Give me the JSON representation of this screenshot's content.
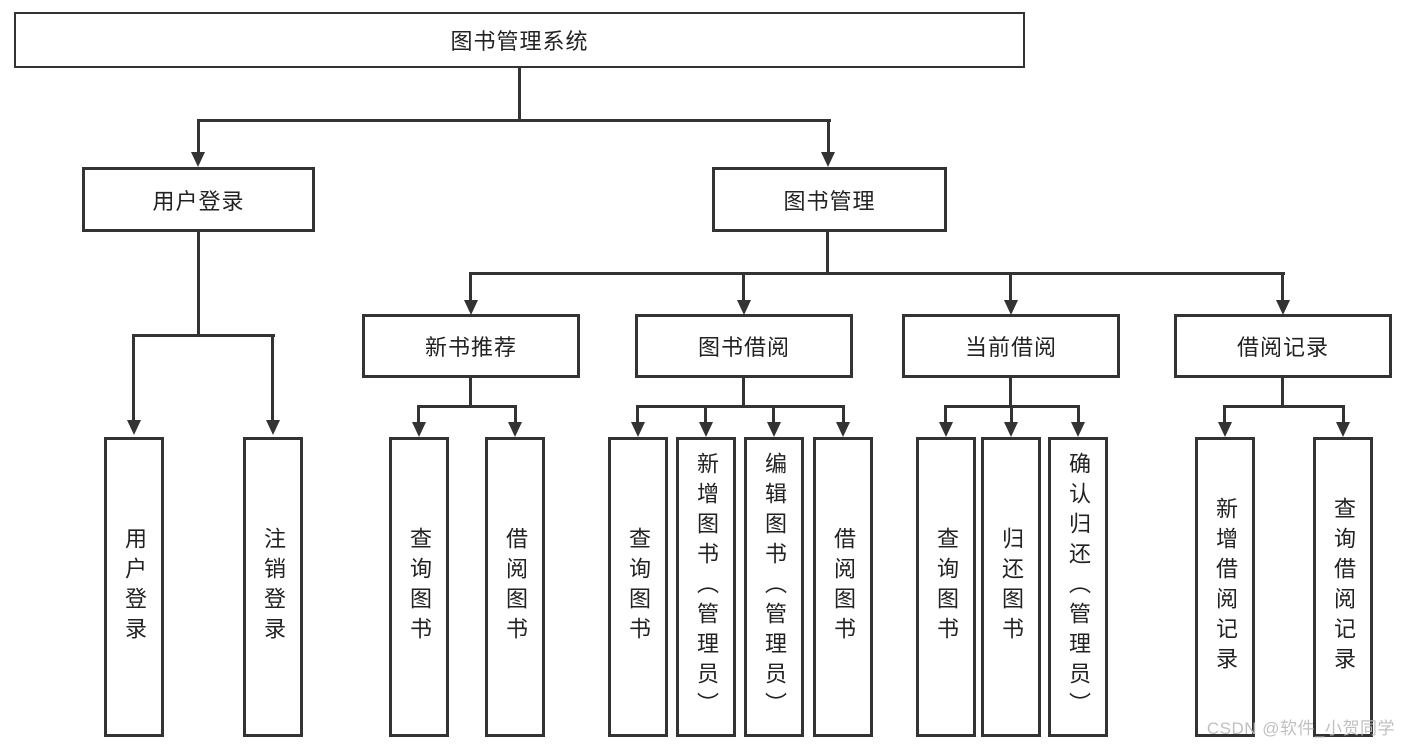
{
  "diagram": {
    "root": {
      "label": "图书管理系统"
    },
    "level2": [
      {
        "label": "用户登录"
      },
      {
        "label": "图书管理"
      }
    ],
    "level3": [
      {
        "label": "新书推荐"
      },
      {
        "label": "图书借阅"
      },
      {
        "label": "当前借阅"
      },
      {
        "label": "借阅记录"
      }
    ],
    "level4": {
      "user_login": [
        {
          "label": "用户登录"
        },
        {
          "label": "注销登录"
        }
      ],
      "new_book": [
        {
          "label": "查询图书"
        },
        {
          "label": "借阅图书"
        }
      ],
      "book_borrow": [
        {
          "label": "查询图书"
        },
        {
          "label": "新增图书（管理员）"
        },
        {
          "label": "编辑图书（管理员）"
        },
        {
          "label": "借阅图书"
        }
      ],
      "current_borrow": [
        {
          "label": "查询图书"
        },
        {
          "label": "归还图书"
        },
        {
          "label": "确认归还（管理员）"
        }
      ],
      "borrow_records": [
        {
          "label": "新增借阅记录"
        },
        {
          "label": "查询借阅记录"
        }
      ]
    }
  },
  "watermark": {
    "text": "CSDN @软件_小贺同学"
  },
  "colors": {
    "background": "#ffffff",
    "line": "#333333",
    "text": "#222222",
    "watermark": "#bbbbbb"
  }
}
